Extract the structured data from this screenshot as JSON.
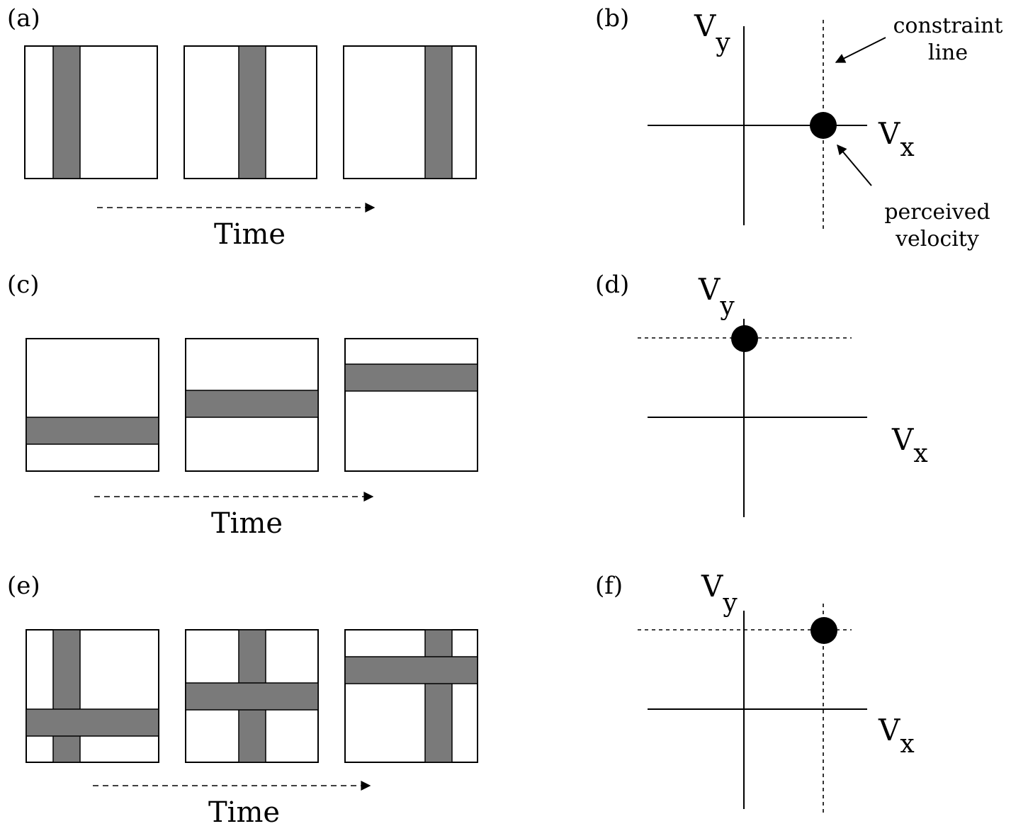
{
  "colors": {
    "bar": "#7a7a7a",
    "stroke": "#000000",
    "background": "#ffffff"
  },
  "panels": {
    "a": {
      "label": "(a)",
      "time_label": "Time"
    },
    "b": {
      "label": "(b)",
      "vy_main": "V",
      "vy_sub": "y",
      "vx_main": "V",
      "vx_sub": "x",
      "constraint_line_1": "constraint",
      "constraint_line_2": "line",
      "perceived_1": "perceived",
      "perceived_2": "velocity"
    },
    "c": {
      "label": "(c)",
      "time_label": "Time"
    },
    "d": {
      "label": "(d)",
      "vy_main": "V",
      "vy_sub": "y",
      "vx_main": "V",
      "vx_sub": "x"
    },
    "e": {
      "label": "(e)",
      "time_label": "Time"
    },
    "f": {
      "label": "(f)",
      "vy_main": "V",
      "vy_sub": "y",
      "vx_main": "V",
      "vx_sub": "x"
    }
  }
}
